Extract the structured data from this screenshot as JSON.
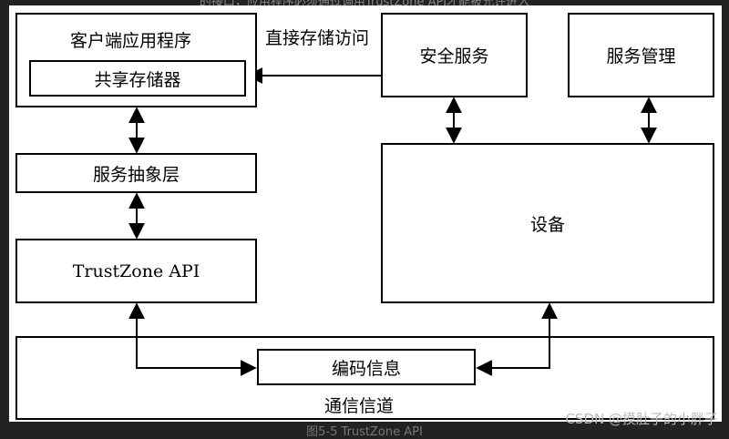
{
  "top_caption": "的接口，应用程序必须通过调用TrustZone API才能被允许进入",
  "bottom_caption": "图5-5 TrustZone API",
  "watermark": "CSDN @摸肚子的小胖子",
  "diagram": {
    "client_app": "客户端应用程序",
    "shared_memory": "共享存储器",
    "direct_access": "直接存储访问",
    "secure_service": "安全服务",
    "service_management": "服务管理",
    "service_abstraction": "服务抽象层",
    "trustzone_api": "TrustZone API",
    "device": "设备",
    "encoded_info": "编码信息",
    "comm_channel": "通信信道"
  }
}
